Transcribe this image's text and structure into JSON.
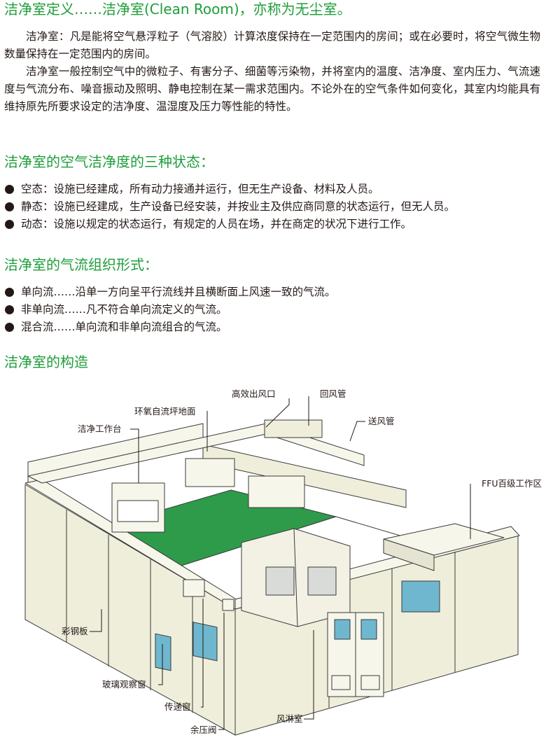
{
  "section1": {
    "title": "洁净室定义……洁净室(Clean Room)，亦称为无尘室。",
    "para1": "洁净室：凡是能将空气悬浮粒子（气溶胶）计算浓度保持在一定范围内的房间；或在必要时，将空气微生物数量保持在一定范围内的房间。",
    "para2": "洁净室一般控制空气中的微粒子、有害分子、细菌等污染物，并将室内的温度、洁净度、室内压力、气流速度与气流分布、噪音振动及照明、静电控制在某一需求范围内。不论外在的空气条件如何变化，其室内均能具有维持原先所要求设定的洁净度、温湿度及压力等性能的特性。"
  },
  "section2": {
    "title": "洁净室的空气洁净度的三种状态：",
    "items": [
      "空态：设施已经建成，所有动力接通并运行，但无生产设备、材料及人员。",
      "静态：设施已经建成，生产设备已经安装，并按业主及供应商同意的状态运行，但无人员。",
      "动态：设施以规定的状态运行，有规定的人员在场，并在商定的状况下进行工作。"
    ]
  },
  "section3": {
    "title": "洁净室的气流组织形式：",
    "items": [
      "单向流……沿单一方向呈平行流线并且横断面上风速一致的气流。",
      "非单向流……凡不符合单向流定义的气流。",
      "混合流……单向流和非单向流组合的气流。"
    ]
  },
  "section4": {
    "title": "洁净室的构造"
  },
  "diagram": {
    "labels": {
      "hepa_outlet": "高效出风口",
      "return_duct": "回风管",
      "epoxy_floor": "环氧自流坪地面",
      "supply_duct": "送风管",
      "clean_bench": "洁净工作台",
      "ffu": "FFU百级工作区",
      "steel_panel": "彩钢板",
      "glass_window": "玻璃观察窗",
      "pass_box": "传递窗",
      "air_shower": "风淋室",
      "pressure_valve": "余压阀"
    },
    "colors": {
      "heading_green": "#1e9e3a",
      "floor_green": "#2e9b4a",
      "wall_fill": "#efeedb",
      "wall_top": "#f7f6ea",
      "line": "#3a3a3a"
    }
  }
}
